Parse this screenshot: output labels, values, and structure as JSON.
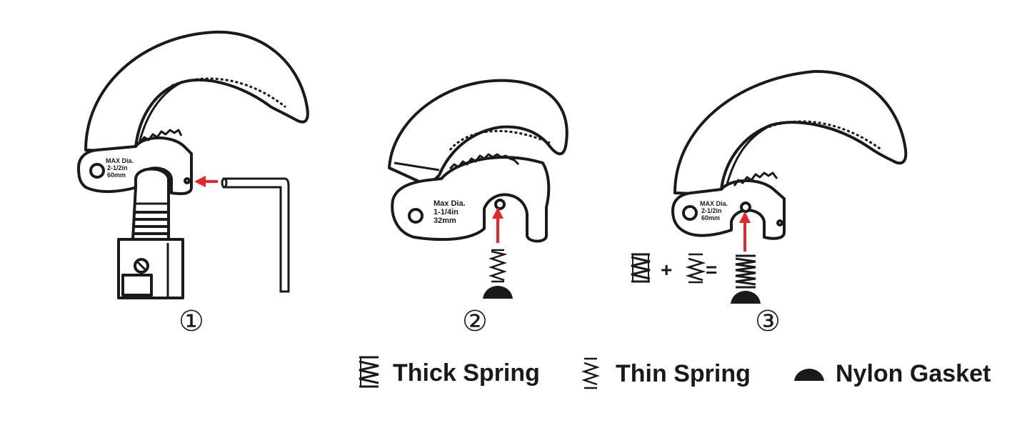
{
  "steps": [
    {
      "number": "①",
      "jaw_label": [
        "MAX Dia.",
        "2-1/2in",
        "60mm"
      ]
    },
    {
      "number": "②",
      "jaw_label": [
        "Max Dia.",
        "1-1/4in",
        "32mm"
      ]
    },
    {
      "number": "③",
      "jaw_label": [
        "MAX Dia.",
        "2-1/2in",
        "60mm"
      ],
      "plus": "+",
      "equals": "="
    }
  ],
  "legend": [
    {
      "icon": "thick-spring-icon",
      "label": "Thick Spring"
    },
    {
      "icon": "thin-spring-icon",
      "label": "Thin Spring"
    },
    {
      "icon": "nylon-gasket-icon",
      "label": "Nylon Gasket"
    }
  ],
  "colors": {
    "line": "#1a1a1a",
    "arrow": "#e5262a",
    "background": "#ffffff"
  }
}
